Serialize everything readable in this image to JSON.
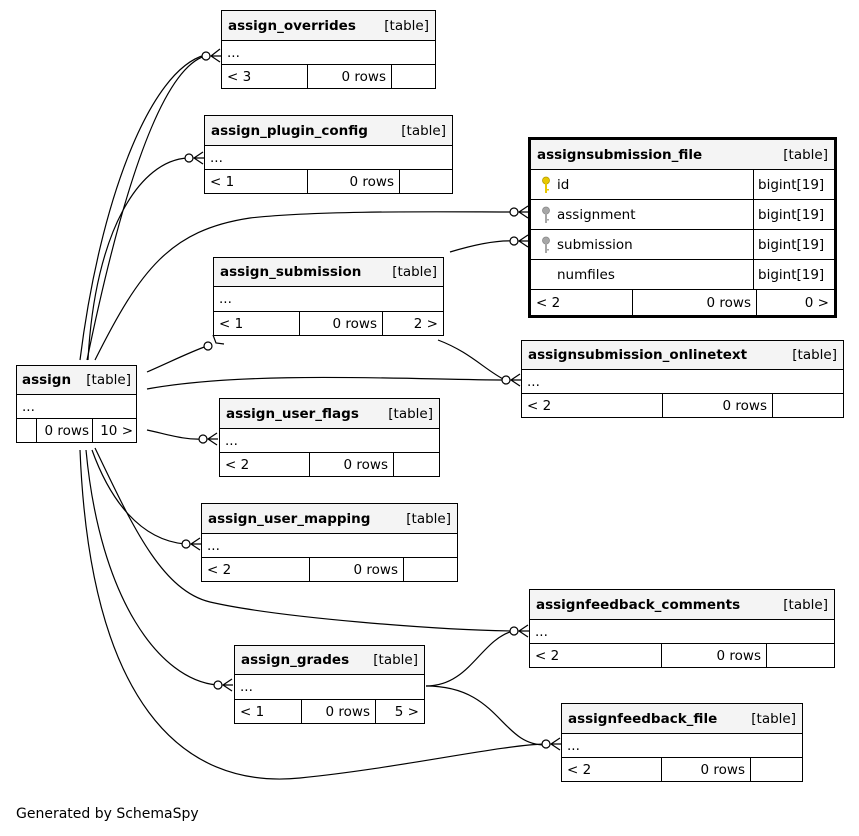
{
  "diagram": {
    "footer": "Generated by SchemaSpy",
    "tables": {
      "assign_overrides": {
        "name": "assign_overrides",
        "type": "[table]",
        "body": "...",
        "parents": "< 3",
        "rows": "0 rows",
        "children": ""
      },
      "assign_plugin_config": {
        "name": "assign_plugin_config",
        "type": "[table]",
        "body": "...",
        "parents": "< 1",
        "rows": "0 rows",
        "children": ""
      },
      "assign_submission": {
        "name": "assign_submission",
        "type": "[table]",
        "body": "...",
        "parents": "< 1",
        "rows": "0 rows",
        "children": "2 >"
      },
      "assign": {
        "name": "assign",
        "type": "[table]",
        "body": "...",
        "parents": "",
        "rows": "0 rows",
        "children": "10 >"
      },
      "assign_user_flags": {
        "name": "assign_user_flags",
        "type": "[table]",
        "body": "...",
        "parents": "< 2",
        "rows": "0 rows",
        "children": ""
      },
      "assign_user_mapping": {
        "name": "assign_user_mapping",
        "type": "[table]",
        "body": "...",
        "parents": "< 2",
        "rows": "0 rows",
        "children": ""
      },
      "assign_grades": {
        "name": "assign_grades",
        "type": "[table]",
        "body": "...",
        "parents": "< 1",
        "rows": "0 rows",
        "children": "5 >"
      },
      "assignsubmission_file": {
        "name": "assignsubmission_file",
        "type": "[table]",
        "columns": [
          {
            "name": "id",
            "type": "bigint[19]",
            "key": "primary-key-icon",
            "key_color": "#e8c800"
          },
          {
            "name": "assignment",
            "type": "bigint[19]",
            "key": "foreign-key-icon",
            "key_color": "#a6a6a6"
          },
          {
            "name": "submission",
            "type": "bigint[19]",
            "key": "foreign-key-icon",
            "key_color": "#a6a6a6"
          },
          {
            "name": "numfiles",
            "type": "bigint[19]",
            "key": "",
            "key_color": ""
          }
        ],
        "parents": "< 2",
        "rows": "0 rows",
        "children": "0 >"
      },
      "assignsubmission_onlinetext": {
        "name": "assignsubmission_onlinetext",
        "type": "[table]",
        "body": "...",
        "parents": "< 2",
        "rows": "0 rows",
        "children": ""
      },
      "assignfeedback_comments": {
        "name": "assignfeedback_comments",
        "type": "[table]",
        "body": "...",
        "parents": "< 2",
        "rows": "0 rows",
        "children": ""
      },
      "assignfeedback_file": {
        "name": "assignfeedback_file",
        "type": "[table]",
        "body": "...",
        "parents": "< 2",
        "rows": "0 rows",
        "children": ""
      }
    }
  }
}
